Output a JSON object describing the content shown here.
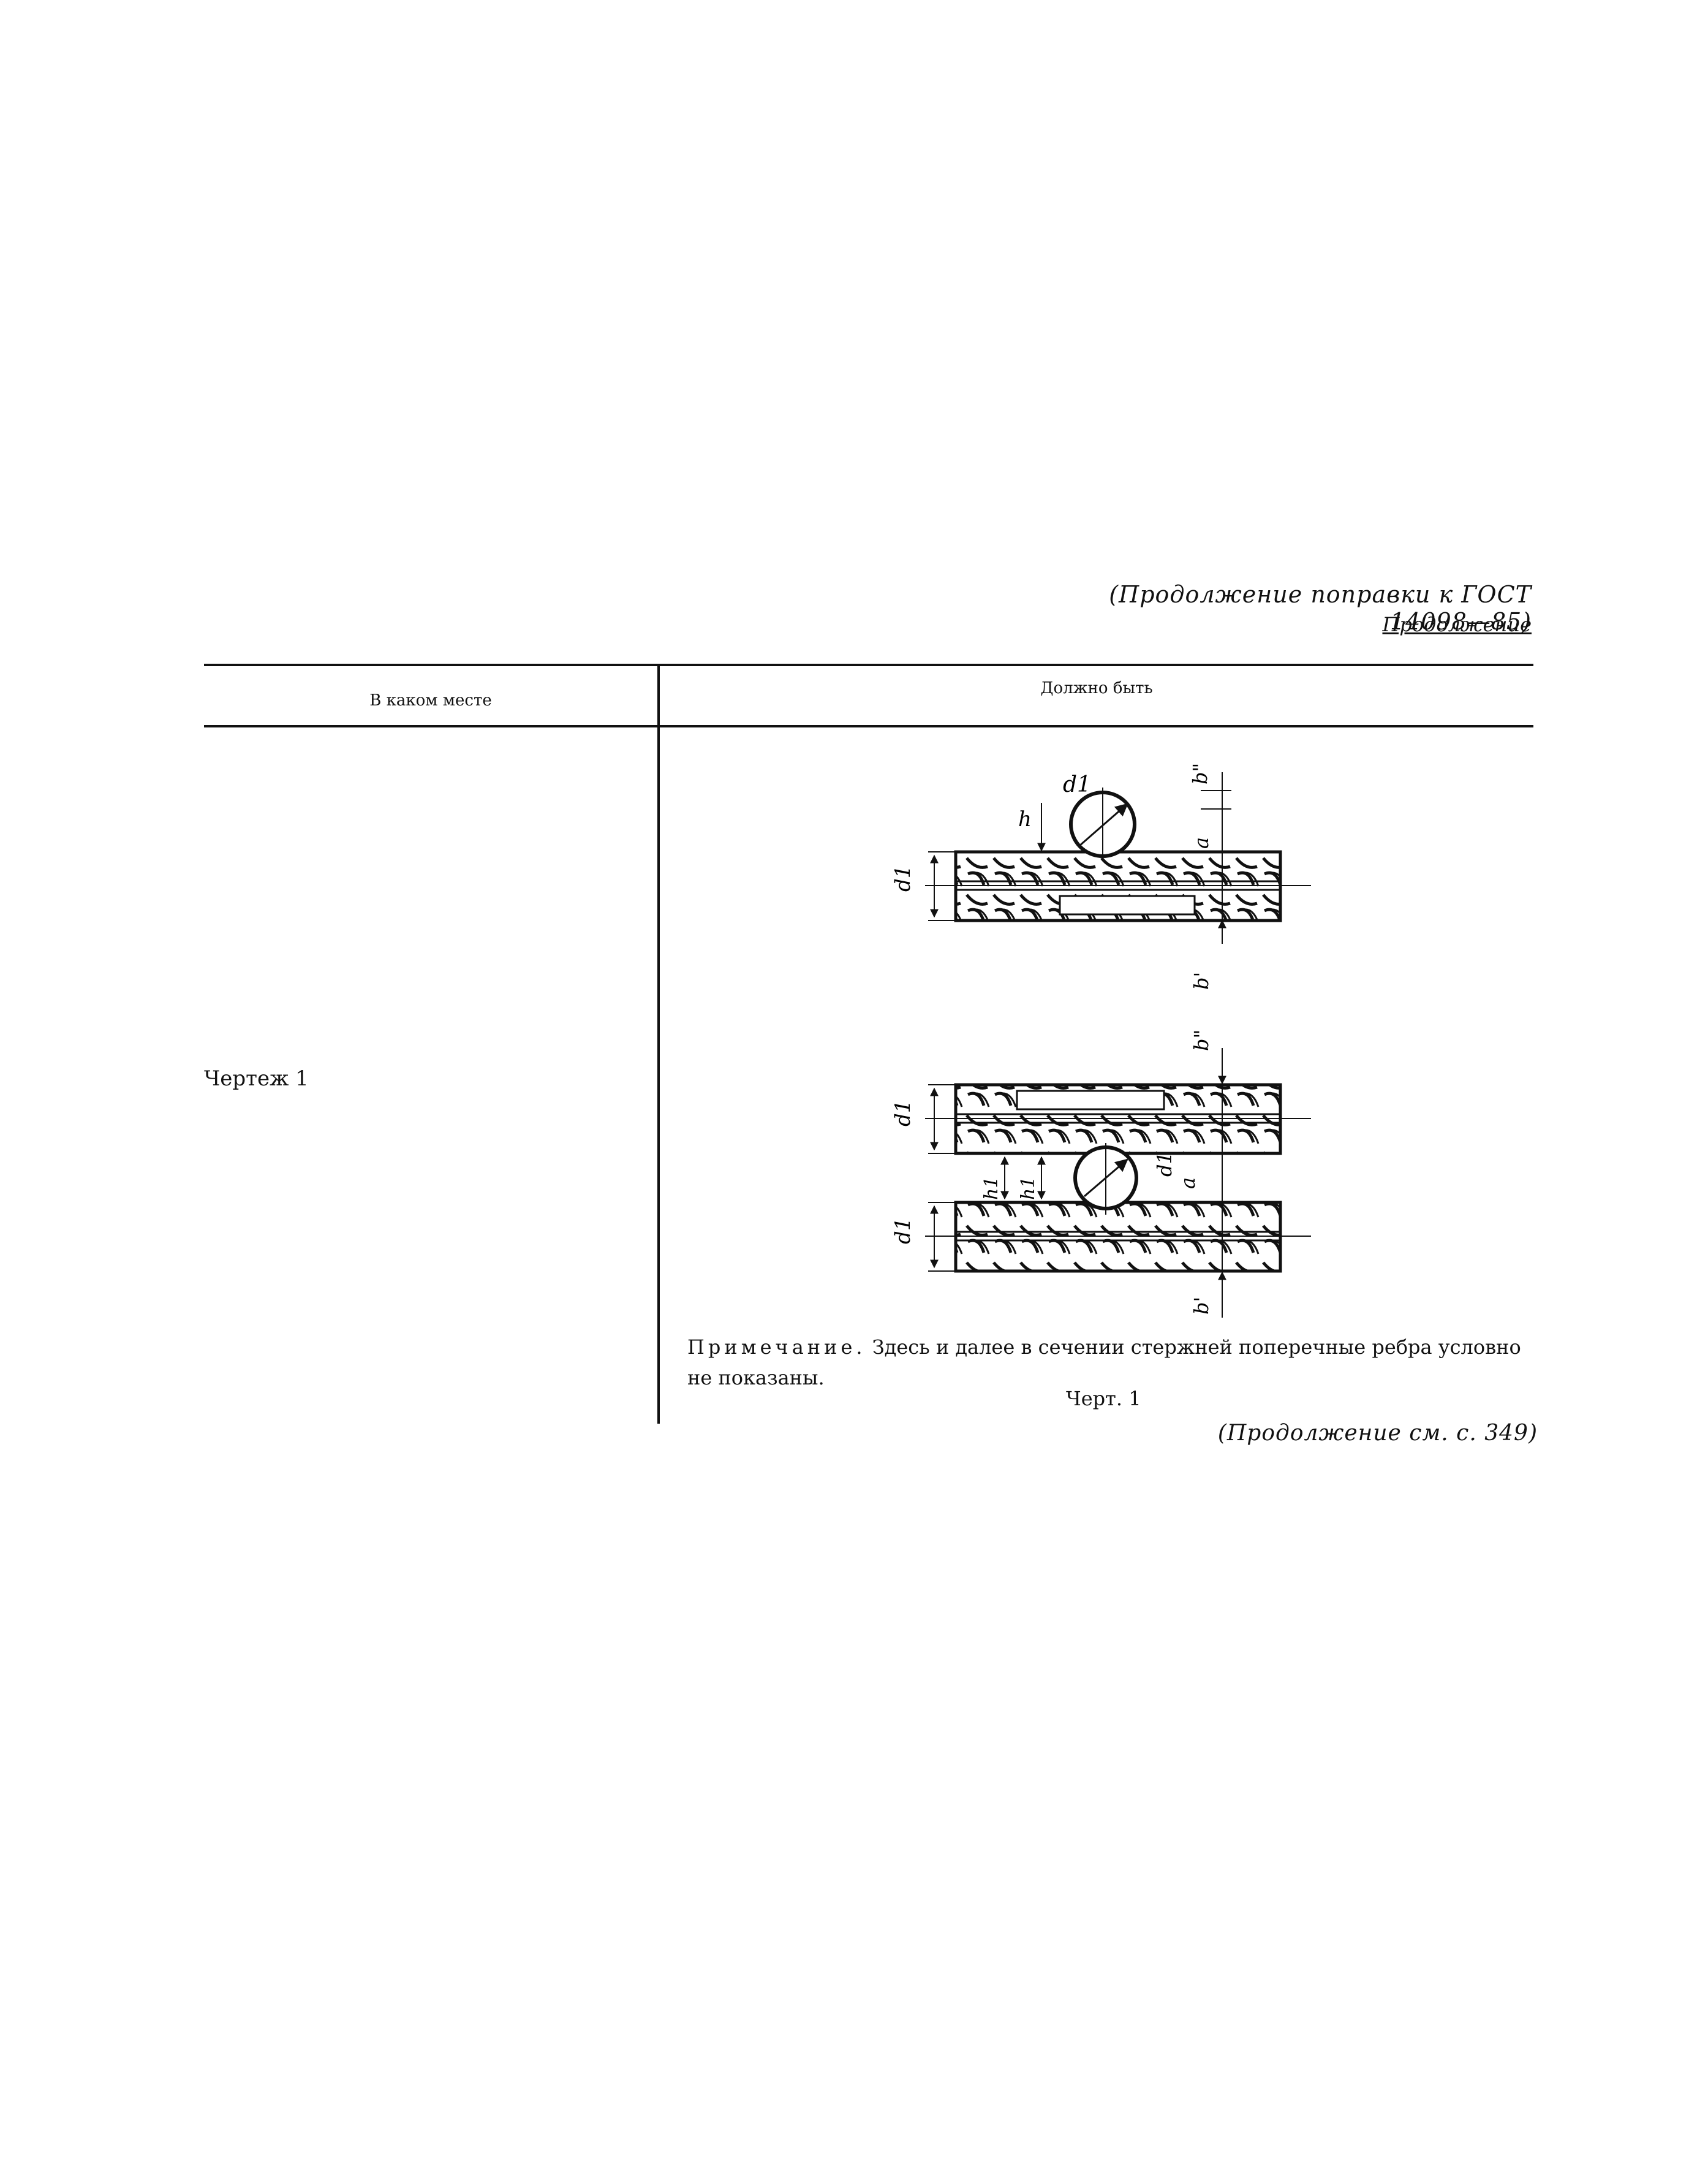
{
  "header": {
    "continuation": "(Продолжение поправки к ГОСТ 14098—85)",
    "continued_label": "Продолжение"
  },
  "table": {
    "col1_header": "В каком месте",
    "col2_header": "Должно быть",
    "row_label": "Чертеж 1"
  },
  "figure": {
    "top_labels": {
      "d1_circle": "d1",
      "h": "h",
      "b_double": "b\"",
      "a": "a",
      "d1_left": "d1",
      "b_single": "b'"
    },
    "bottom_labels": {
      "b_double": "b\"",
      "d1_upper": "d1",
      "h1_left": "h1",
      "h1_right": "h1",
      "d1_circle": "d1",
      "a": "a",
      "d1_lower": "d1",
      "b_single": "b'"
    }
  },
  "note": {
    "prefix": "Примечание.",
    "text": "Здесь и далее в сечении стержней поперечные ребра условно не показаны."
  },
  "caption": "Черт. 1",
  "footer": "(Продолжение см. с. 349)"
}
